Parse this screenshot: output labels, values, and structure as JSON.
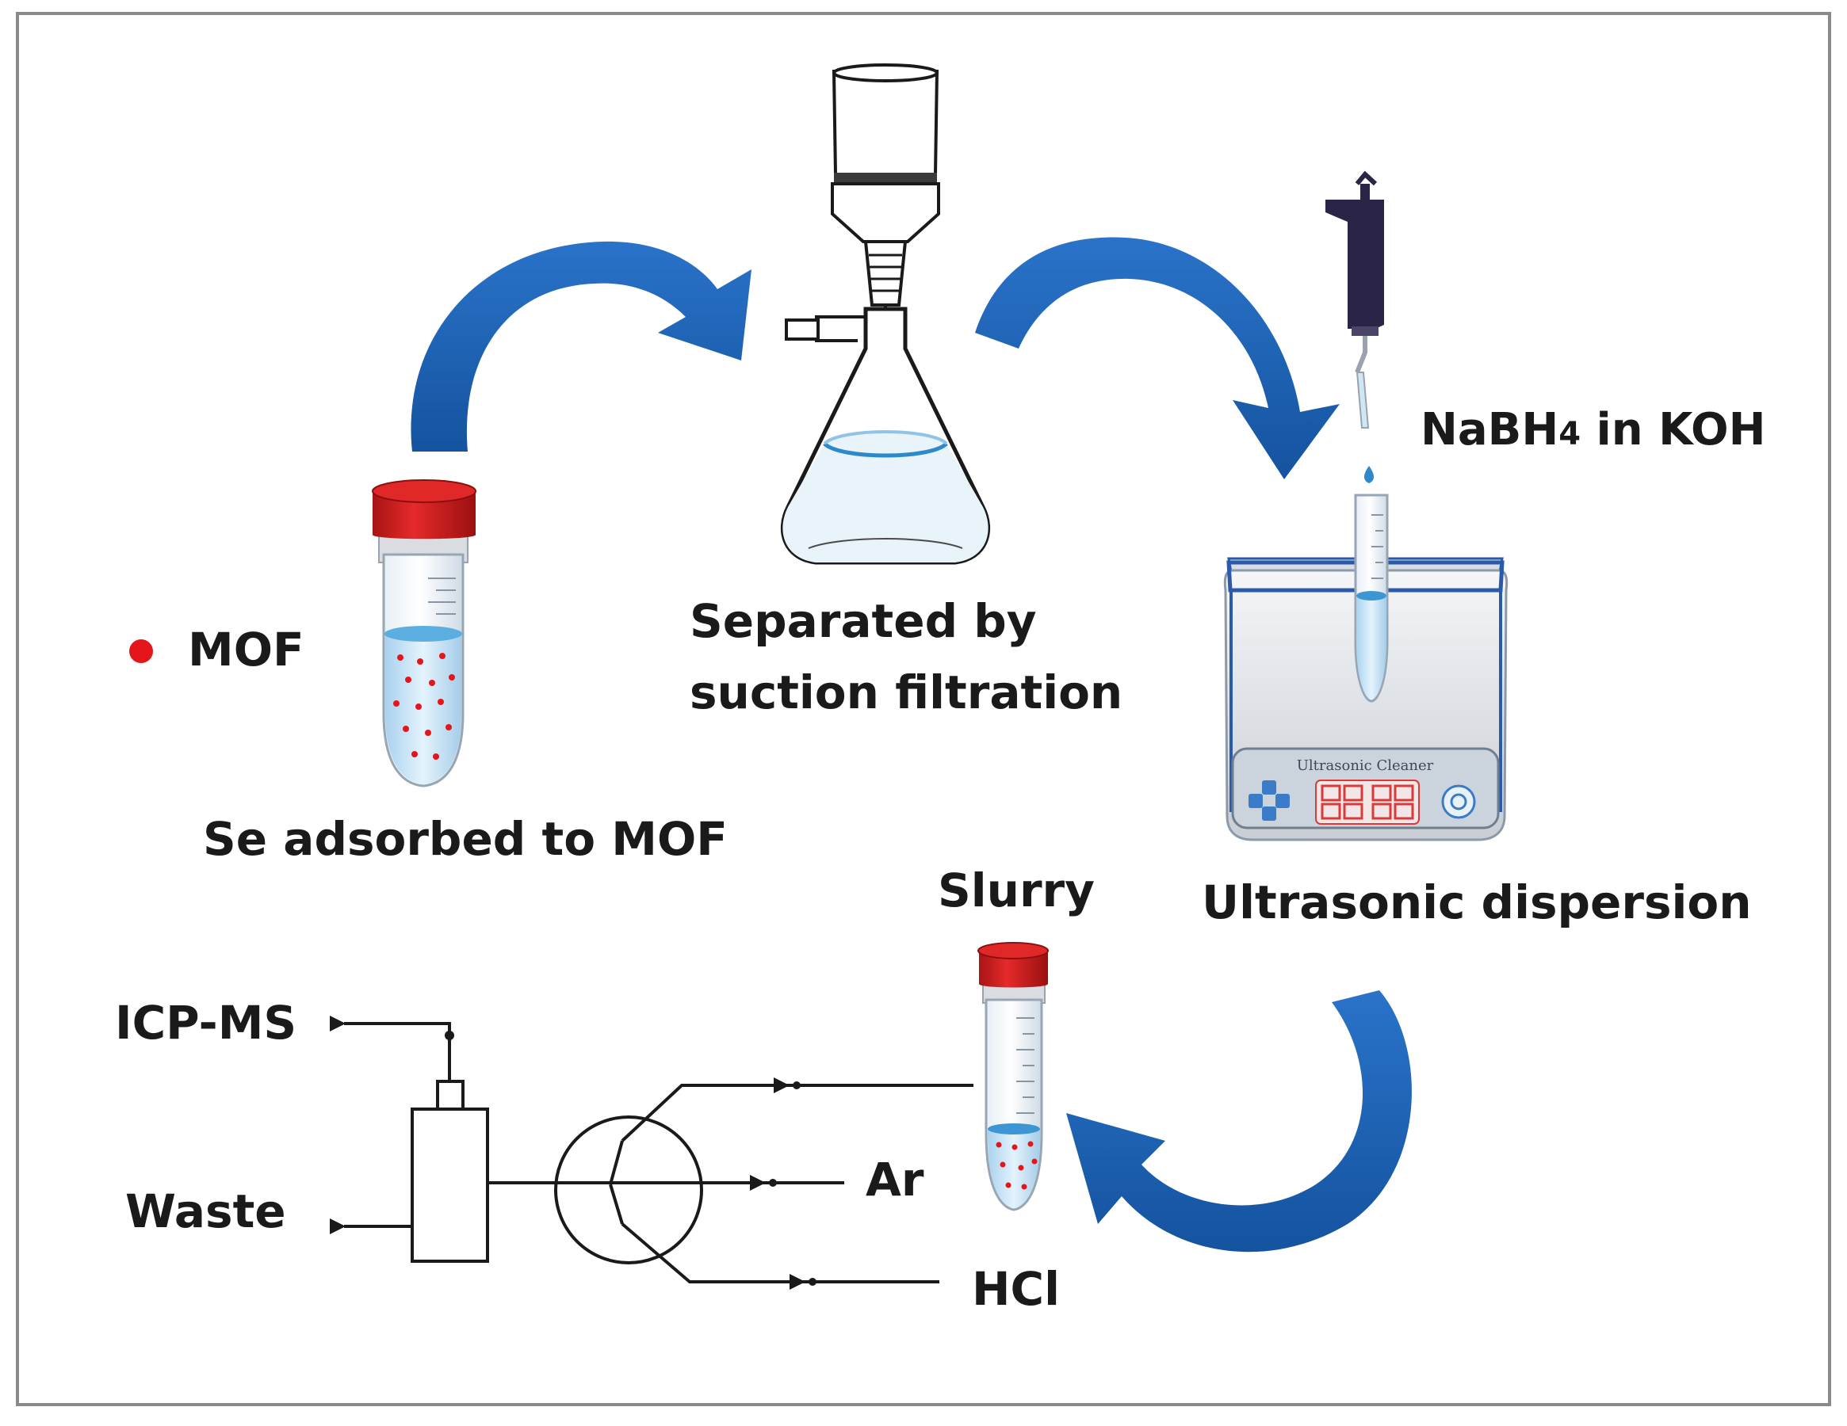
{
  "labels": {
    "mof_legend": "MOF",
    "se_adsorbed": "Se adsorbed to MOF",
    "separated_line1": "Separated by",
    "separated_line2": "suction filtration",
    "nabh4_main": "NaBH",
    "nabh4_sub": "4",
    "nabh4_rest": " in KOH",
    "ultrasonic_dispersion": "Ultrasonic dispersion",
    "slurry": "Slurry",
    "icp_ms": "ICP-MS",
    "waste": "Waste",
    "ar": "Ar",
    "hcl": "HCl",
    "cleaner_panel": "Ultrasonic Cleaner"
  },
  "colors": {
    "frame": "#8a8a8a",
    "arrow_blue": "#1f63b8",
    "arrow_blue_dark": "#124a91",
    "cap_red": "#d61f1f",
    "cap_red_dark": "#8e0f0f",
    "liquid": "#bfe0f5",
    "liquid_dark": "#5aa8d8",
    "mof_dot": "#e4161b",
    "line": "#1a1a1a",
    "pipette": "#2a2546",
    "display_red": "#d93a3a"
  }
}
